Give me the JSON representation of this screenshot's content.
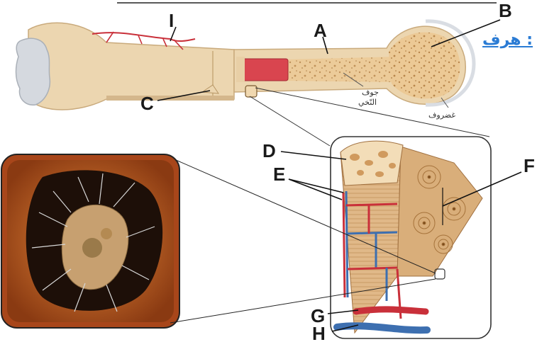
{
  "header_text": "هرف :",
  "labels": {
    "A": "A",
    "B": "B",
    "C": "C",
    "D": "D",
    "E": "E",
    "F": "F",
    "G": "G",
    "H": "H",
    "I": "I"
  },
  "arabic": {
    "cavity_line1": "جوف",
    "cavity_line2": "النّخي",
    "cartilage": "غضروف"
  },
  "colors": {
    "bone": "#ecd6b0",
    "bone_shadow": "#d4b78c",
    "spongy": "#e9c48c",
    "marrow_red": "#d9454f",
    "artery": "#c9303a",
    "vein": "#3d6fb0",
    "cartilage": "#d9dde3",
    "header": "#2a7bd4"
  }
}
